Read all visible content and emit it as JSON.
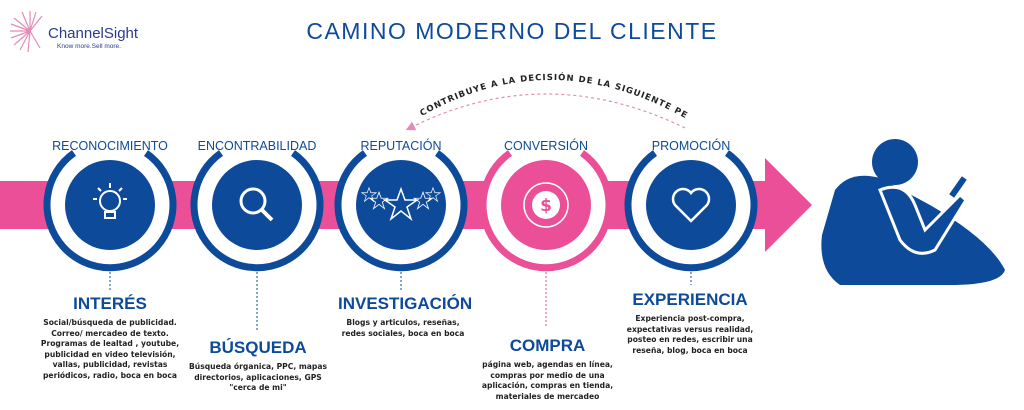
{
  "logo": {
    "name": "ChannelSight",
    "tagline": "Know more.Sell more."
  },
  "title": "CAMINO MODERNO DEL CLIENTE",
  "feedback_arc": "CONTRIBUYE A LA DECISIÓN DE LA SIGUIENTE PERSONA",
  "colors": {
    "blue": "#0d4a9a",
    "pink": "#ea4f97"
  },
  "stages": [
    {
      "label": "RECONOCIMIENTO",
      "icon": "lightbulb-icon"
    },
    {
      "label": "ENCONTRABILIDAD",
      "icon": "magnifier-icon"
    },
    {
      "label": "REPUTACIÓN",
      "icon": "stars-icon"
    },
    {
      "label": "CONVERSIÓN",
      "icon": "dollar-icon"
    },
    {
      "label": "PROMOCIÓN",
      "icon": "heart-icon"
    }
  ],
  "details": [
    {
      "title": "INTERÉS",
      "text": "Social/búsqueda de publicidad. Correo/ mercadeo de texto. Programas de lealtad , youtube, publicidad en video televisión, vallas, publicidad, revistas periódicos, radio, boca en boca"
    },
    {
      "title": "BÚSQUEDA",
      "text": "Búsqueda órganica, PPC, mapas directorios, aplicaciones, GPS \"cerca de mi\""
    },
    {
      "title": "INVESTIGACIÓN",
      "text": "Blogs y articulos, reseñas, redes sociales, boca en boca"
    },
    {
      "title": "COMPRA",
      "text": "página web, agendas en línea, compras por medio de una aplicación, compras en tienda, materiales de mercadeo"
    },
    {
      "title": "EXPERIENCIA",
      "text": "Experiencia post-compra, expectativas versus realidad, posteo en redes, escribir una reseña, blog, boca en boca"
    }
  ]
}
